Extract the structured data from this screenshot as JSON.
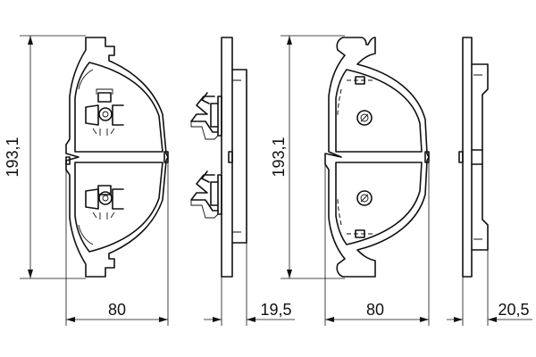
{
  "dimensions": {
    "front_pad_height": "193,1",
    "front_pad_width": "80",
    "front_pad_thickness": "19,5",
    "rear_pad_height": "193,1",
    "rear_pad_width": "80",
    "rear_pad_thickness": "20,5"
  },
  "colors": {
    "stroke": "#111111",
    "background": "#ffffff"
  }
}
